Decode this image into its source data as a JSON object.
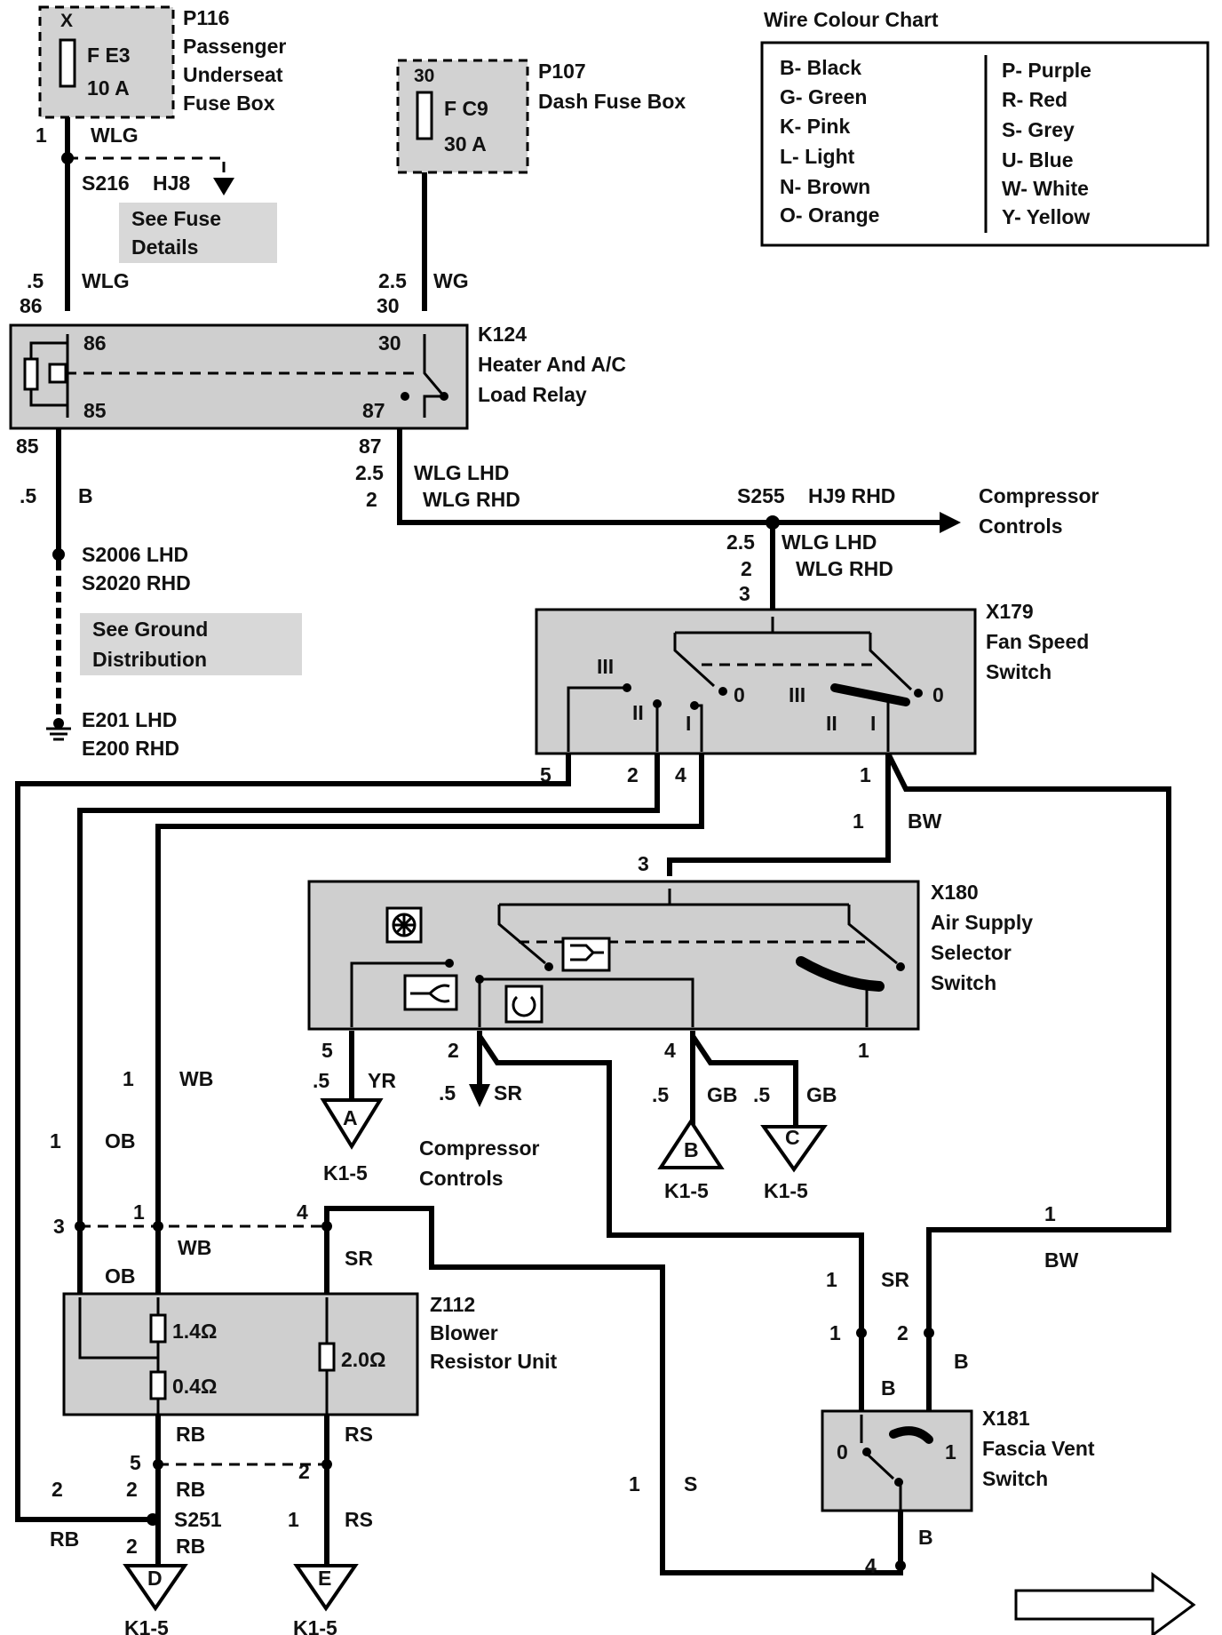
{
  "chart_title": "Wire Colour Chart",
  "colour_chart_left": [
    "B- Black",
    "G- Green",
    "K- Pink",
    "L- Light",
    "N- Brown",
    "O- Orange"
  ],
  "colour_chart_right": [
    "P- Purple",
    "R- Red",
    "S- Grey",
    "U- Blue",
    "W- White",
    "Y- Yellow"
  ],
  "components": {
    "p116": {
      "id": "P116",
      "l1": "Passenger",
      "l2": "Underseat",
      "l3": "Fuse Box",
      "pin": "X",
      "fuse": "F E3",
      "amps": "10 A"
    },
    "p107": {
      "id": "P107",
      "l1": "Dash Fuse Box",
      "pin": "30",
      "fuse": "F C9",
      "amps": "30 A"
    },
    "k124": {
      "id": "K124",
      "l1": "Heater And A/C",
      "l2": "Load Relay",
      "p86": "86",
      "p85": "85",
      "p30": "30",
      "p87": "87"
    },
    "x179": {
      "id": "X179",
      "l1": "Fan Speed",
      "l2": "Switch",
      "iii": "III",
      "ii": "II",
      "i": "I",
      "zero": "0"
    },
    "x180": {
      "id": "X180",
      "l1": "Air Supply",
      "l2": "Selector",
      "l3": "Switch"
    },
    "z112": {
      "id": "Z112",
      "l1": "Blower",
      "l2": "Resistor Unit",
      "r1": "1.4Ω",
      "r2": "0.4Ω",
      "r3": "2.0Ω"
    },
    "x181": {
      "id": "X181",
      "l1": "Fascia Vent",
      "l2": "Switch",
      "zero": "0",
      "one": "1"
    }
  },
  "notes": {
    "fuse1": "See Fuse",
    "fuse2": "Details",
    "ground1": "See Ground",
    "ground2": "Distribution"
  },
  "labels": {
    "one": "1",
    "two": "2",
    "three": "3",
    "four": "4",
    "five": "5",
    "wlg": "WLG",
    "s216": "S216",
    "hj8": "HJ8",
    "p5": ".5",
    "n86": "86",
    "n30": "30",
    "n85": "85",
    "n87": "87",
    "wg": "WG",
    "g25": "2.5",
    "b": "B",
    "s2006": "S2006 LHD",
    "s2020": "S2020 RHD",
    "e201": "E201 LHD",
    "e200": "E200 RHD",
    "wlglhd": "WLG LHD",
    "wlgrhd": "WLG RHD",
    "s255": "S255",
    "hj9": "HJ9 RHD",
    "comp1": "Compressor",
    "comp2": "Controls",
    "bw": "BW",
    "wb": "WB",
    "ob": "OB",
    "yr": "YR",
    "sr": "SR",
    "gb": "GB",
    "rb": "RB",
    "rs": "RS",
    "s": "S",
    "s251": "S251",
    "k15": "K1-5",
    "A": "A",
    "Bc": "B",
    "C": "C",
    "D": "D",
    "E": "E"
  }
}
